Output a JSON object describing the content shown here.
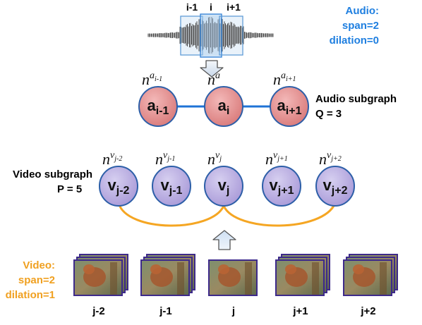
{
  "audio": {
    "segment_labels": [
      "i-1",
      "i",
      "i+1"
    ],
    "config_lines": [
      "Audio:",
      "span=2",
      "dilation=0"
    ],
    "color": "#1f7fe0"
  },
  "audio_subgraph": {
    "title_lines": [
      "Audio subgraph",
      "Q = 3"
    ],
    "edge_color": "#1f73d6",
    "node_fill": "#dc8a8a",
    "nodes": [
      {
        "main": "a",
        "sub": "i-1",
        "n_base": "n",
        "n_sup": "a",
        "n_supsub": "i-1"
      },
      {
        "main": "a",
        "sub": "i",
        "n_base": "n",
        "n_sup": "a",
        "n_supsub": ""
      },
      {
        "main": "a",
        "sub": "i+1",
        "n_base": "n",
        "n_sup": "a",
        "n_supsub": "i+1"
      }
    ]
  },
  "video_subgraph": {
    "title_lines": [
      "Video subgraph",
      "P = 5"
    ],
    "edge_color": "#f5a623",
    "node_fill": "#b3a8de",
    "nodes": [
      {
        "main": "v",
        "sub": "j-2",
        "n_base": "n",
        "n_sup": "v",
        "n_supsub": "j-2"
      },
      {
        "main": "v",
        "sub": "j-1",
        "n_base": "n",
        "n_sup": "v",
        "n_supsub": "j-1"
      },
      {
        "main": "v",
        "sub": "j",
        "n_base": "n",
        "n_sup": "v",
        "n_supsub": "j"
      },
      {
        "main": "v",
        "sub": "j+1",
        "n_base": "n",
        "n_sup": "v",
        "n_supsub": "j+1"
      },
      {
        "main": "v",
        "sub": "j+2",
        "n_base": "n",
        "n_sup": "v",
        "n_supsub": "j+2"
      }
    ]
  },
  "video": {
    "config_lines": [
      "Video:",
      "span=2",
      "dilation=1"
    ],
    "color": "#f0a020",
    "frame_labels": [
      "j-2",
      "j-1",
      "j",
      "j+1",
      "j+2"
    ]
  }
}
